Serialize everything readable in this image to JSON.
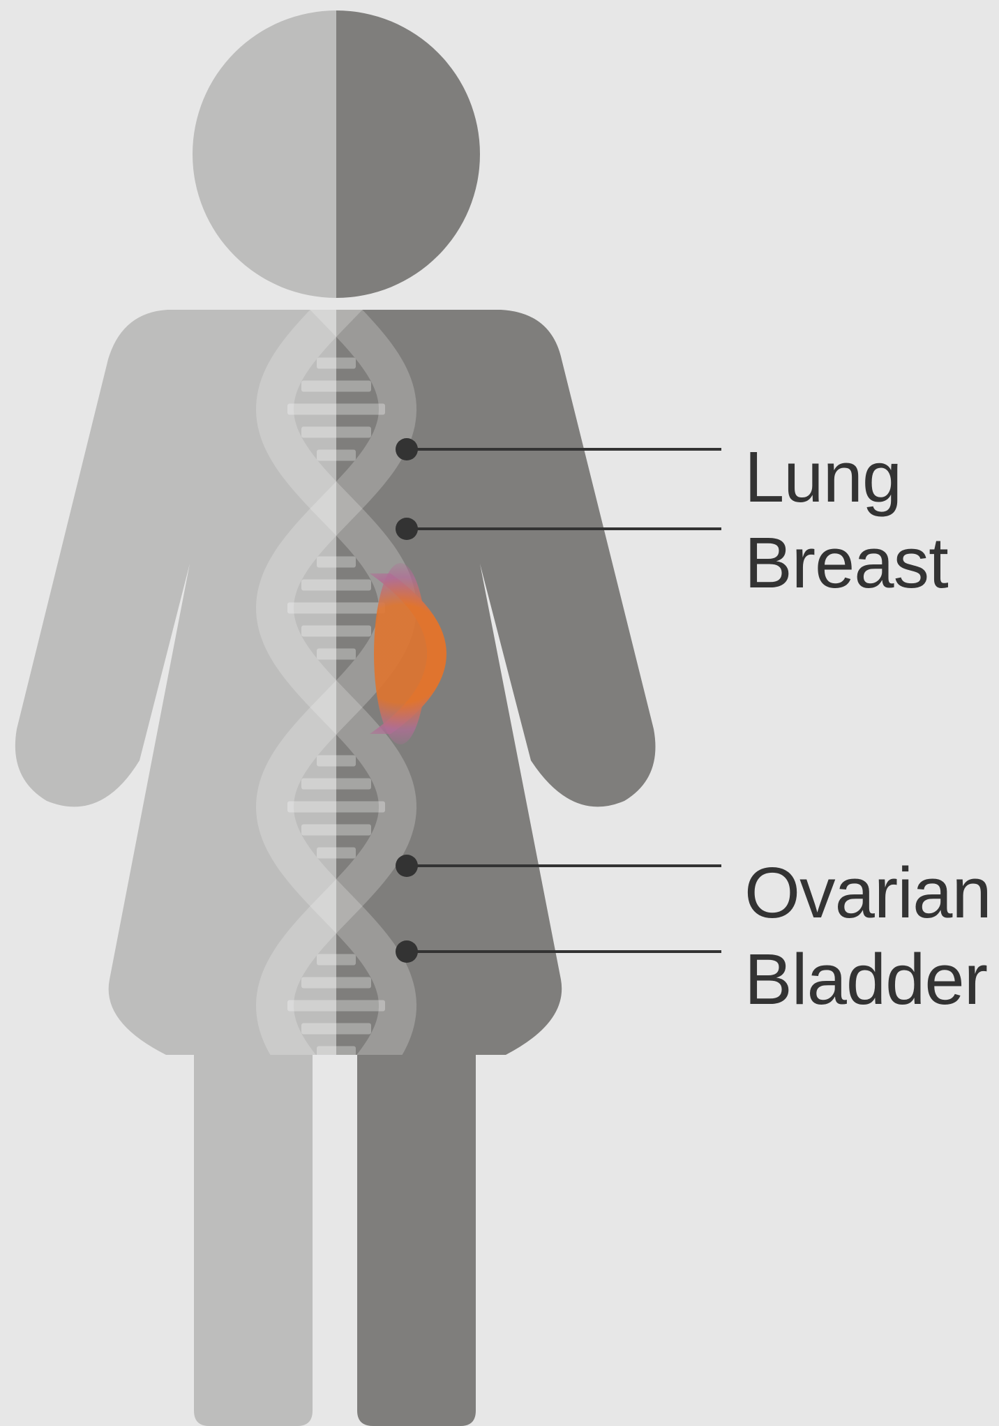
{
  "colors": {
    "background": "#e7e7e7",
    "figure_light": "#bdbdbc",
    "figure_dark": "#7f7e7c",
    "helix_overlay": "#ffffff",
    "highlight": "#e0742e",
    "highlight_fringe": "#b06d95",
    "pointer": "#333333",
    "label_text": "#333333"
  },
  "labels": {
    "lung": "Lung",
    "breast": "Breast",
    "ovarian": "Ovarian",
    "bladder": "Bladder"
  },
  "icons": [
    "female-figure-icon",
    "dna-helix-icon"
  ]
}
